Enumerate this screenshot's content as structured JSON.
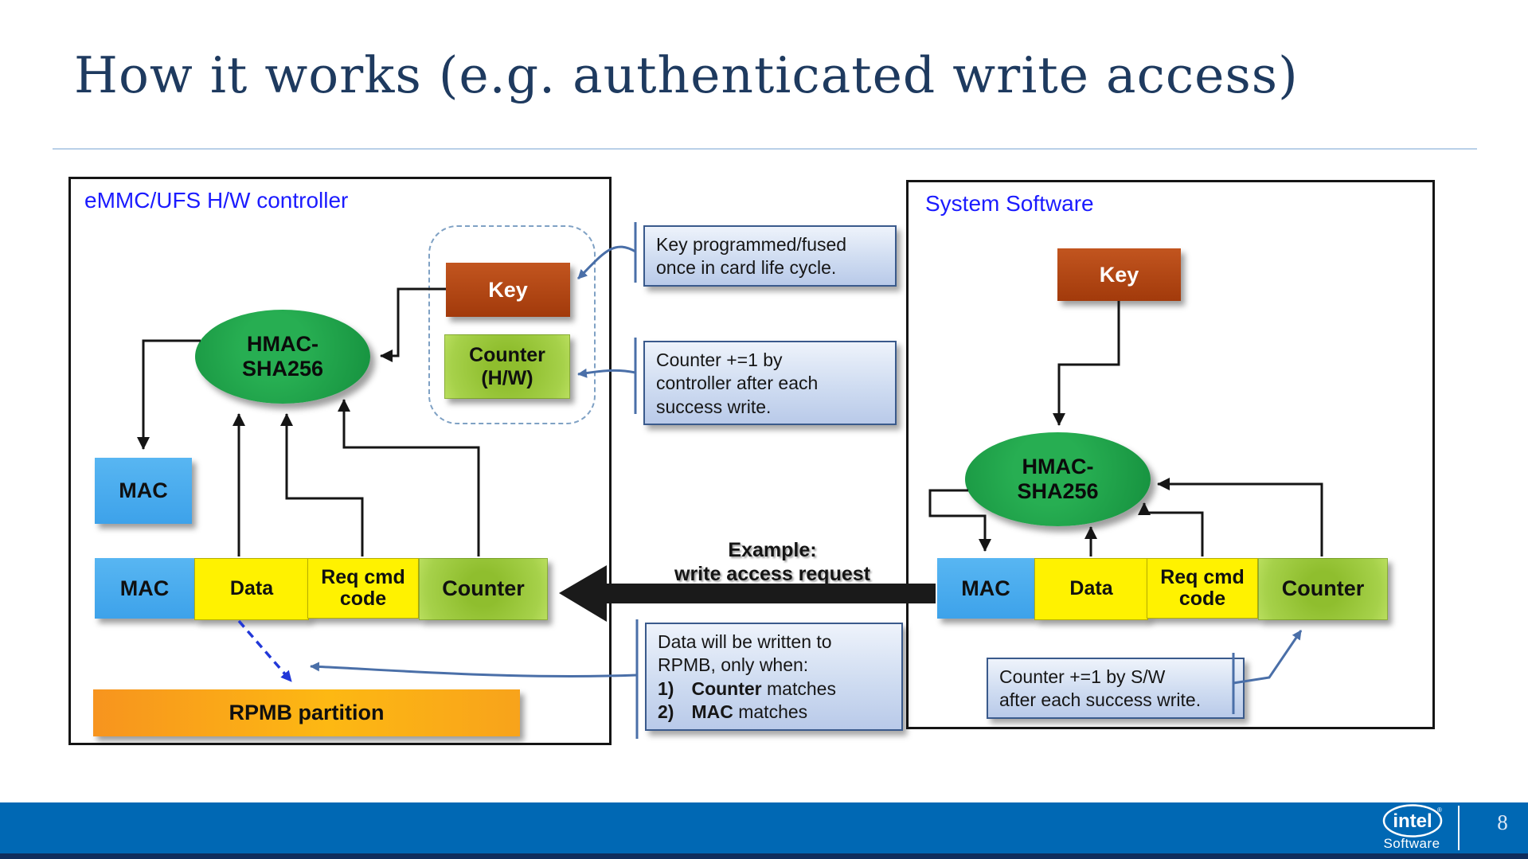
{
  "slide": {
    "title": "How it works (e.g. authenticated write access)",
    "page_number": "8",
    "footer_brand": "intel",
    "footer_reg": "®",
    "footer_sub": "Software"
  },
  "left_panel": {
    "title": "eMMC/UFS H/W controller",
    "key_label": "Key",
    "counter_hw_line1": "Counter",
    "counter_hw_line2": "(H/W)",
    "hmac_line1": "HMAC-",
    "hmac_line2": "SHA256",
    "mac_standalone": "MAC",
    "row": [
      "MAC",
      "Data",
      "Req cmd code",
      "Counter"
    ],
    "rpmb_label": "RPMB partition"
  },
  "right_panel": {
    "title": "System Software",
    "key_label": "Key",
    "hmac_line1": "HMAC-",
    "hmac_line2": "SHA256",
    "row": [
      "MAC",
      "Data",
      "Req cmd code",
      "Counter"
    ]
  },
  "callouts": {
    "key": {
      "line1": "Key programmed/fused",
      "line2": "once in card life cycle."
    },
    "counter_hw": {
      "line1": "Counter +=1 by",
      "line2": "controller after each",
      "line3": "success write."
    },
    "data_write": {
      "line1": "Data will be written to",
      "line2": "RPMB, only when:",
      "item1_num": "1)",
      "item1_bold": "Counter",
      "item1_rest": " matches",
      "item2_num": "2)",
      "item2_bold": "MAC",
      "item2_rest": " matches"
    },
    "counter_sw": {
      "line1": "Counter +=1 by S/W",
      "line2": "after each success write."
    }
  },
  "arrow_label": {
    "line1": "Example:",
    "line2": "write access request"
  },
  "colors": {
    "panel_label_blue": "#1b1bff",
    "key_box": "#b04511",
    "counter_green": "#9cc838",
    "mac_blue": "#45aaf0",
    "data_yellow": "#fff200",
    "hmac_green": "#1fa04a",
    "rpmb_orange": "#f9a41c",
    "callout_blue": "#c9d7ee",
    "footer_blue": "#0068b4",
    "title_navy": "#1e3a5f"
  }
}
